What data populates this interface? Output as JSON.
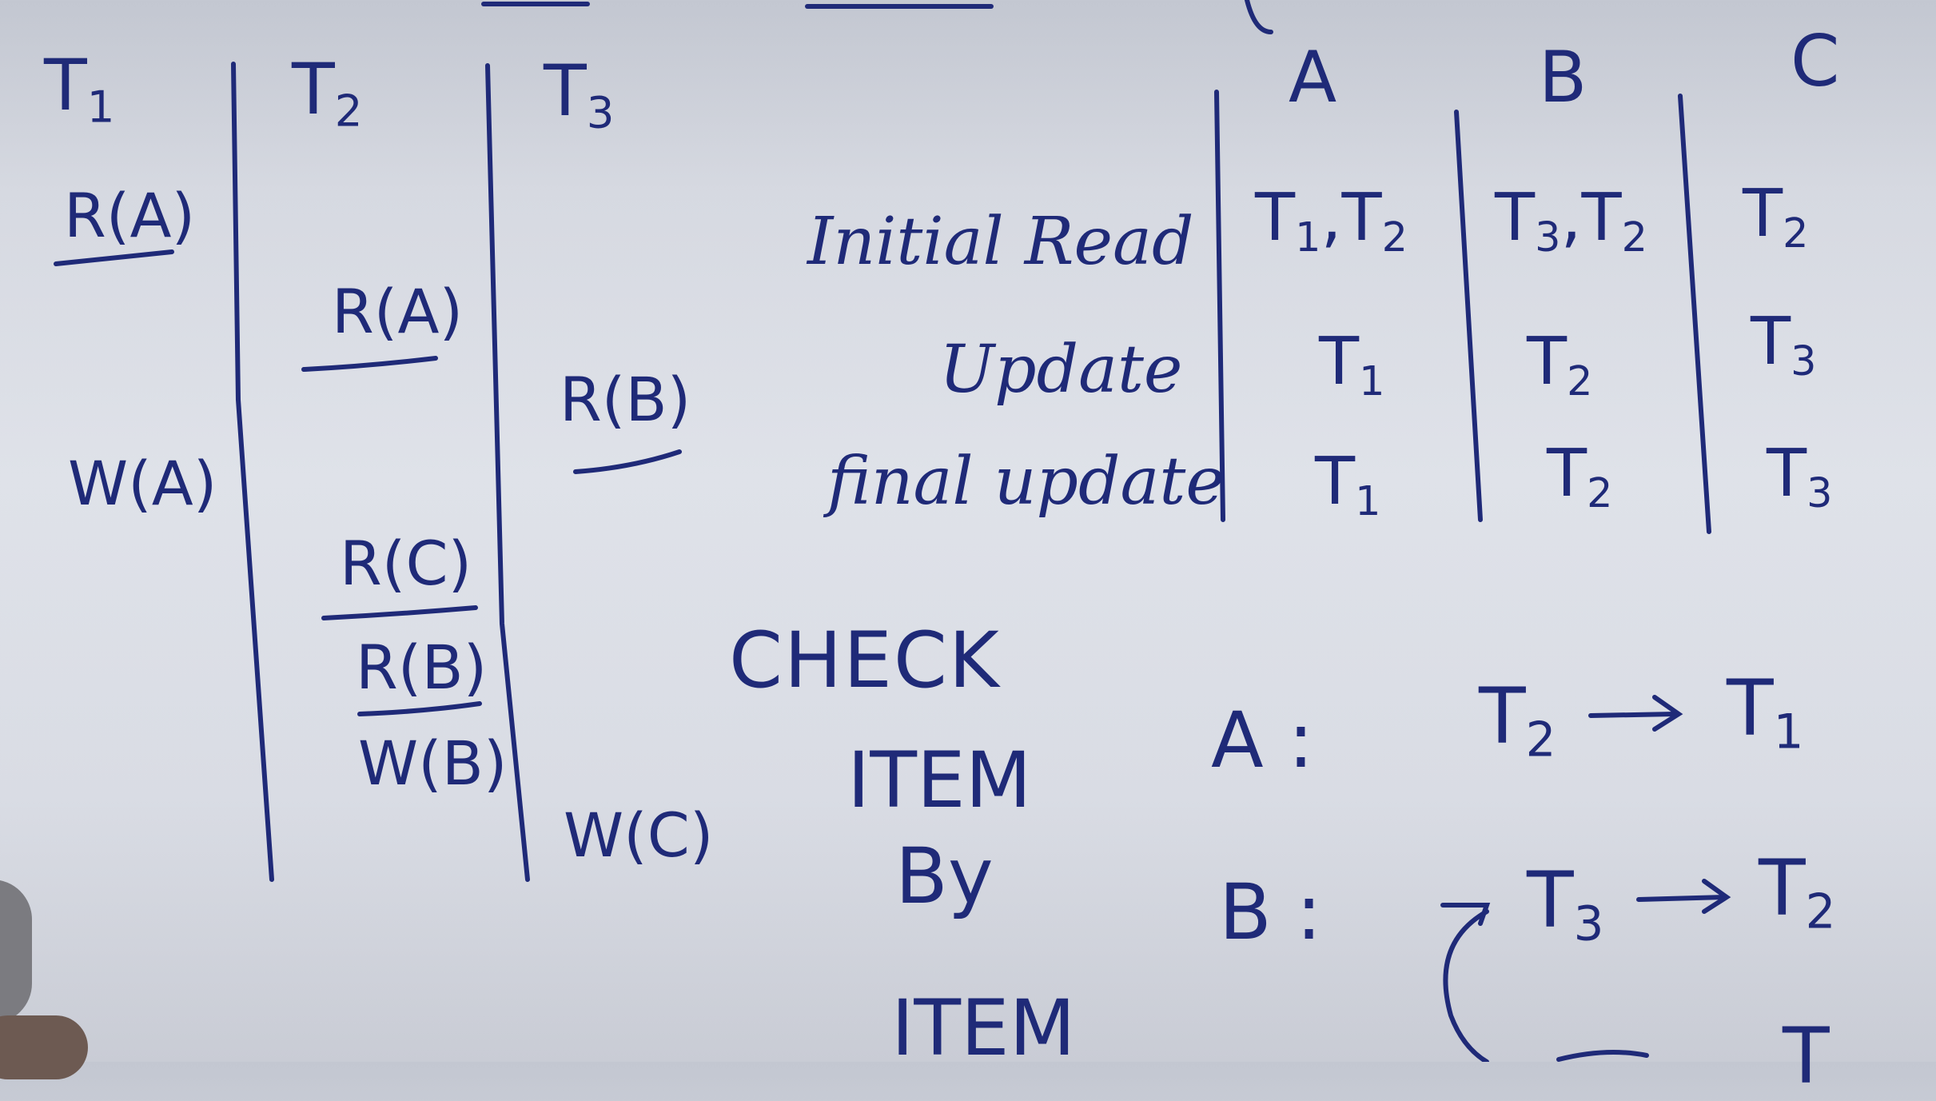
{
  "transactions": {
    "headers": [
      "T",
      "T",
      "T"
    ],
    "header_subs": [
      "1",
      "2",
      "3"
    ],
    "t1_ops": [
      "R(A)",
      "W(A)"
    ],
    "t2_ops": [
      "R(A)",
      "R(C)",
      "R(B)",
      "W(B)"
    ],
    "t3_ops": [
      "R(B)",
      "W(C)"
    ]
  },
  "table": {
    "columns": [
      "A",
      "B",
      "C"
    ],
    "row_labels": [
      "Initial Read",
      "Update",
      "final update"
    ],
    "rows": [
      [
        [
          "1",
          "2"
        ],
        [
          "3",
          "2"
        ],
        [
          "2"
        ]
      ],
      [
        [
          "1"
        ],
        [
          "2"
        ],
        [
          "3"
        ]
      ],
      [
        [
          "1"
        ],
        [
          "2"
        ],
        [
          "3"
        ]
      ]
    ]
  },
  "check": {
    "words": [
      "CHECK",
      "ITEM",
      "By",
      "ITEM"
    ],
    "a_label": "A :",
    "a_from": "2",
    "a_to": "1",
    "b_label": "B :",
    "b_from": "3",
    "b_to": "2"
  },
  "colors": {
    "ink": "#1f2a78",
    "paper": "#dfe2e9"
  }
}
